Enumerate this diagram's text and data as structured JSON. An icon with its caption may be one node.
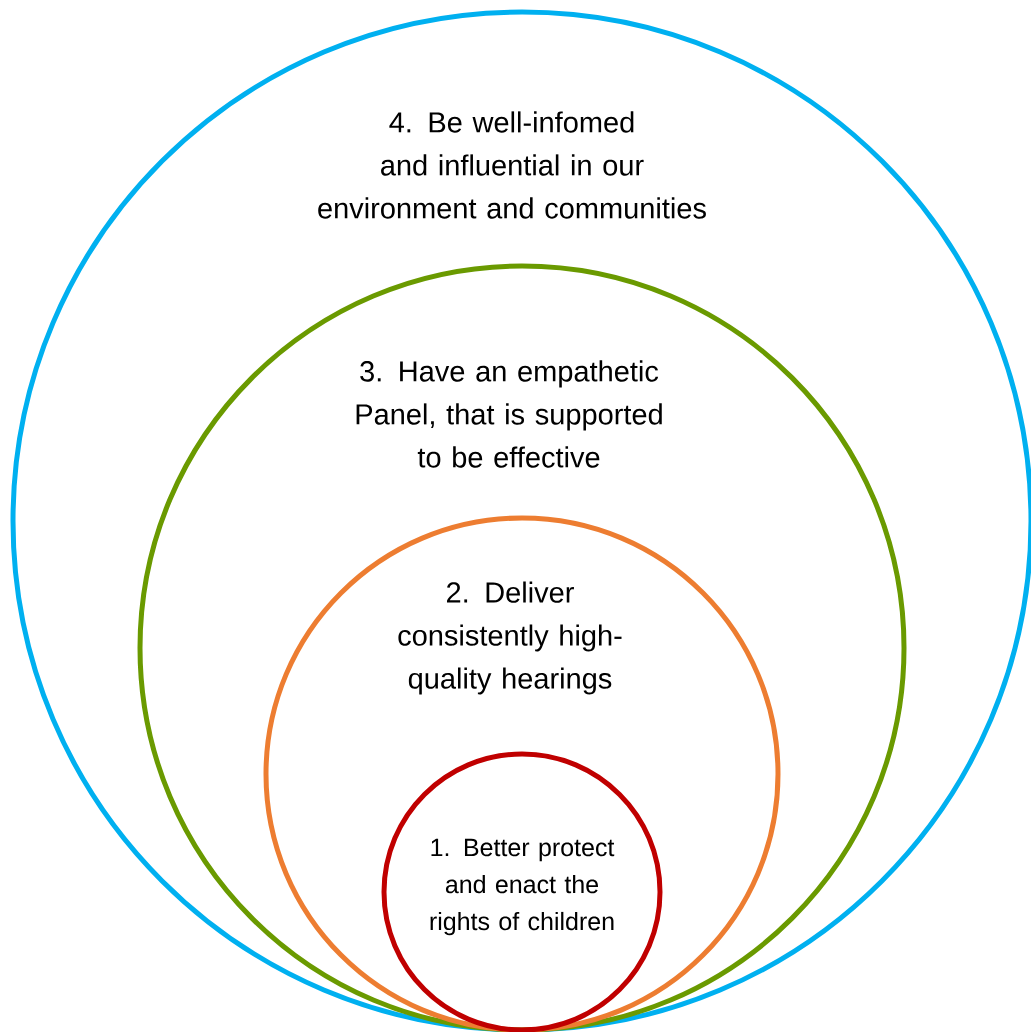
{
  "diagram": {
    "nodes": [
      {
        "text": [
          "4. Be well-infomed and influential in our environment and communities"
        ]
      },
      {
        "text": [
          "3. Have an empathetic Panel, that is supported to be effective"
        ],
        "in": 0
      },
      {
        "text": [
          "2. Deliver consistently high-quality hearings"
        ],
        "in": 1
      },
      {
        "text": [
          "1. Better protect and enact the rights of children"
        ],
        "in": 2
      }
    ]
  }
}
